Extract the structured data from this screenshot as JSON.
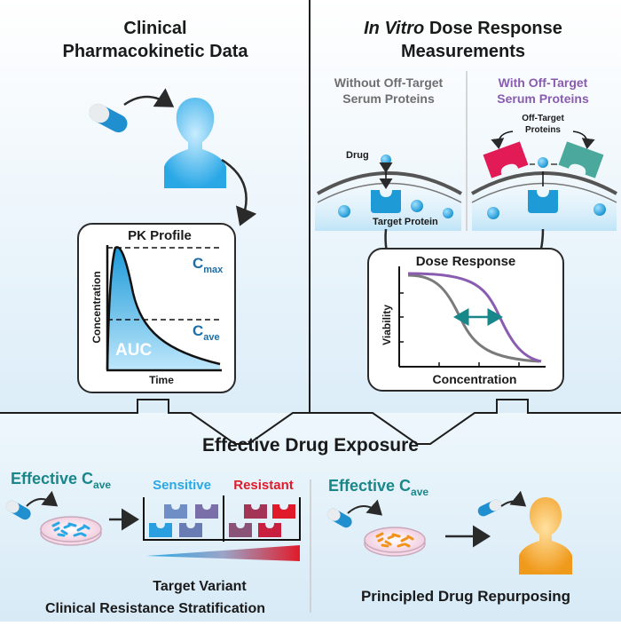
{
  "left_panel": {
    "title_line1": "Clinical",
    "title_line2": "Pharmacokinetic Data",
    "pk_profile": {
      "title": "PK Profile",
      "cmax_main": "C",
      "cmax_sub": "max",
      "cave_main": "C",
      "cave_sub": "ave",
      "auc": "AUC",
      "xlabel": "Time",
      "ylabel": "Concentration"
    }
  },
  "right_panel": {
    "title_italic": "In Vitro",
    "title_rest": " Dose Response",
    "title_line2": "Measurements",
    "without_line1": "Without Off-Target",
    "without_line2": "Serum Proteins",
    "with_line1": "With Off-Target",
    "with_line2": "Serum Proteins",
    "drug_label": "Drug",
    "target_label": "Target Protein",
    "offtarget_line1": "Off-Target",
    "offtarget_line2": "Proteins",
    "dose_response": {
      "title": "Dose Response",
      "xlabel": "Concentration",
      "ylabel": "Viability"
    }
  },
  "bottom": {
    "title": "Effective Drug Exposure",
    "left_effective_main": "Effective C",
    "left_effective_sub": "ave",
    "sensitive": "Sensitive",
    "resistant": "Resistant",
    "left_caption_line1": "Target Variant",
    "left_caption_line2": "Clinical Resistance Stratification",
    "right_effective_main": "Effective C",
    "right_effective_sub": "ave",
    "right_caption": "Principled Drug Repurposing"
  },
  "colors": {
    "blue": "#1ea0dc",
    "teal": "#17878a",
    "purple": "#8a5cb0",
    "red": "#e01b2a",
    "gray": "#6e6e6e",
    "bg": "#e6f3fb"
  }
}
